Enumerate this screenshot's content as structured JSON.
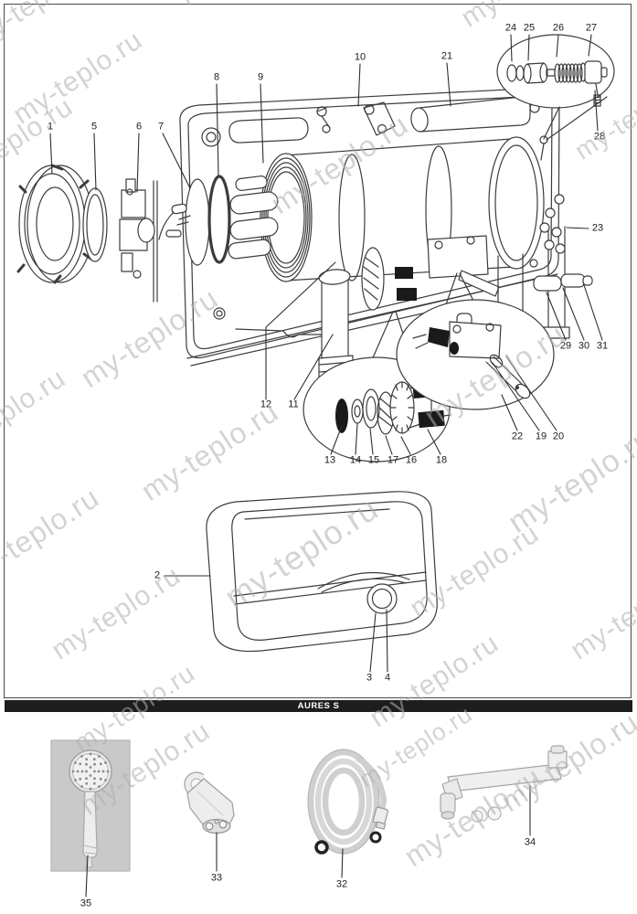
{
  "banner": {
    "label": "AURES S",
    "bg": "#1d1d1b",
    "fg": "#ffffff"
  },
  "watermark": {
    "text": "my-teplo.ru",
    "color": "#bdbdbd"
  },
  "diagram": {
    "kind": "water-heater-exploded-parts-diagram",
    "line_color": "#3c3c3c"
  },
  "callouts": [
    "1",
    "2",
    "3",
    "4",
    "5",
    "6",
    "7",
    "8",
    "9",
    "10",
    "11",
    "12",
    "13",
    "14",
    "15",
    "16",
    "17",
    "18",
    "19",
    "20",
    "21",
    "22",
    "23",
    "24",
    "25",
    "26",
    "27",
    "28",
    "29",
    "30",
    "31",
    "32",
    "33",
    "34",
    "35"
  ]
}
